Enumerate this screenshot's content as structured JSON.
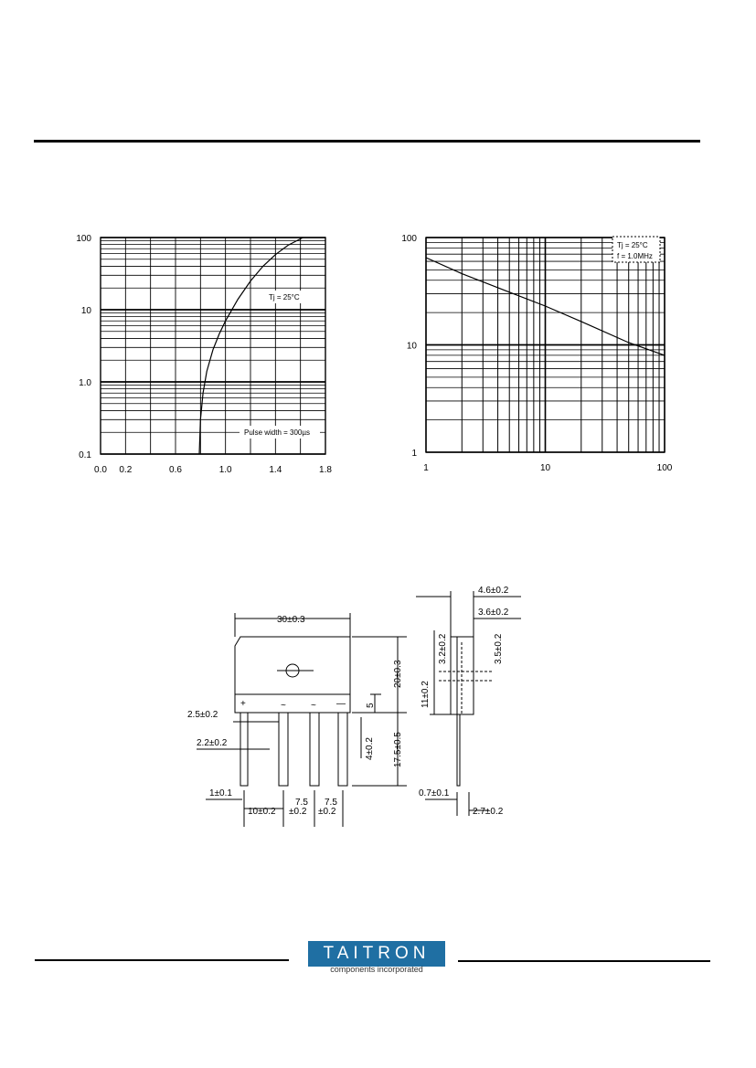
{
  "logo": {
    "name": "TAITRON",
    "tagline": "components incorporated"
  },
  "chart_data": [
    {
      "type": "line",
      "xscale": "linear",
      "yscale": "log",
      "xlim": [
        0.0,
        1.8
      ],
      "ylim": [
        0.1,
        100
      ],
      "x_tick_labels": [
        "0.0",
        "0.2",
        "0.6",
        "1.0",
        "1.4",
        "1.8"
      ],
      "y_tick_labels": [
        "100",
        "10",
        "1.0",
        "0.1"
      ],
      "annotations": [
        "Tj = 25°C",
        "Pulse width = 300µs"
      ],
      "series": [
        {
          "x": [
            0.79,
            0.8,
            0.82,
            0.85,
            0.9,
            0.95,
            1.0,
            1.1,
            1.2,
            1.3,
            1.4,
            1.5,
            1.62
          ],
          "y": [
            0.1,
            0.3,
            0.7,
            1.4,
            2.8,
            4.6,
            7.0,
            14,
            25,
            40,
            58,
            78,
            100
          ]
        }
      ]
    },
    {
      "type": "line",
      "xscale": "log",
      "yscale": "log",
      "xlim": [
        1,
        100
      ],
      "ylim": [
        1,
        100
      ],
      "x_tick_labels": [
        "1",
        "10",
        "100"
      ],
      "y_tick_labels": [
        "100",
        "10",
        "1"
      ],
      "annotations": [
        "Tj = 25°C",
        "f = 1.0MHz"
      ],
      "series": [
        {
          "x": [
            1,
            2,
            5,
            10,
            20,
            50,
            100
          ],
          "y": [
            65,
            46,
            31,
            23,
            16.5,
            10.5,
            8
          ]
        }
      ]
    }
  ],
  "drawing": {
    "width_dim": "30±0.3",
    "body_height_dim": "20±0.3",
    "step_dim": "5",
    "lead_length_dim": "17.5±0.5",
    "lead_step_dim": "4±0.2",
    "lead_width_dim": "2.5±0.2",
    "lead_width2_dim": "2.2±0.2",
    "lead_tip_dim": "1±0.1",
    "pitch1_dim": "10±0.2",
    "pitch2_top": "7.5",
    "pitch2_bottom": "±0.2",
    "pitch3_top": "7.5",
    "pitch3_bottom": "±0.2",
    "pin_labels": [
      "+",
      "~",
      "~",
      "—"
    ],
    "side_thickness_dim": "4.6±0.2",
    "side_inner_dim": "3.6±0.2",
    "side_hole_dim": "3.2±0.2",
    "side_hole2_dim": "3.5±0.2",
    "side_height_dim": "11±0.2",
    "side_lead_dim": "0.7±0.1",
    "side_offset_dim": "2.7±0.2"
  }
}
